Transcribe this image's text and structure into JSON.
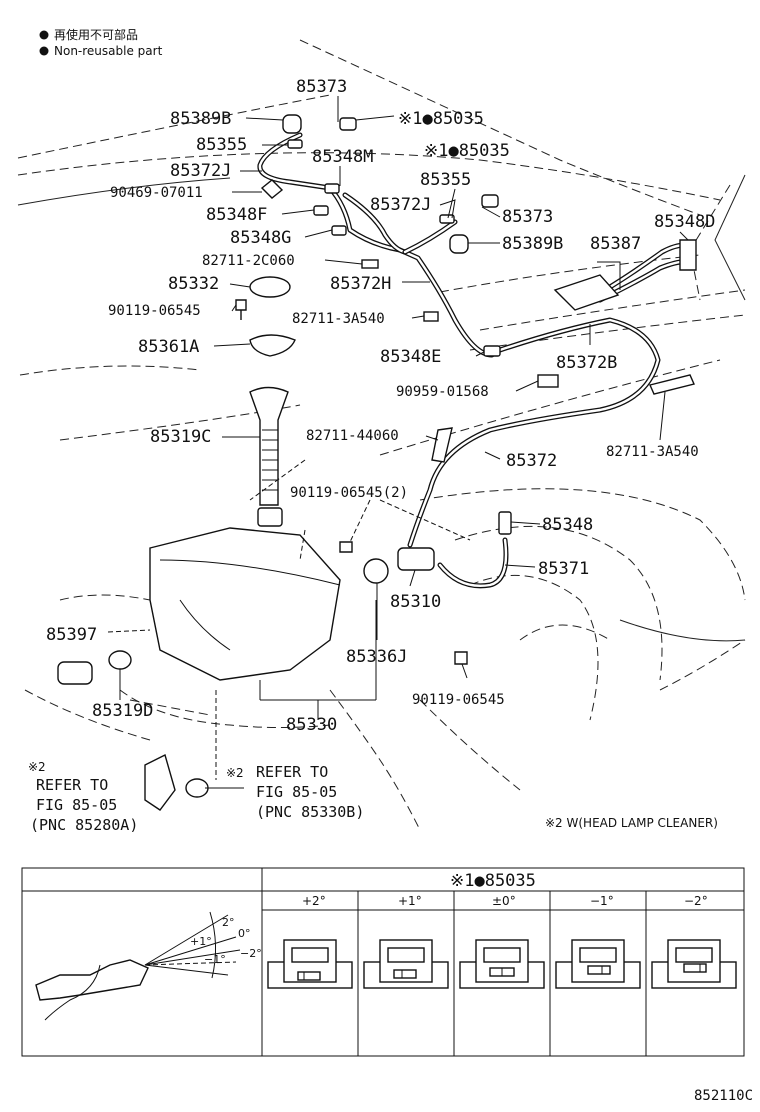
{
  "legend": {
    "jp": "再使用不可部品",
    "en": "Non-reusable part"
  },
  "parts": {
    "p85373_top": "85373",
    "p85389B_top": "85389B",
    "p85035_a": "※1●85035",
    "p85355_top": "85355",
    "p85348M": "85348M",
    "p85035_b": "※1●85035",
    "p85372J_left": "85372J",
    "p90469": "90469-07011",
    "p85355_mid": "85355",
    "p85348F": "85348F",
    "p85372J_mid": "85372J",
    "p85373_mid": "85373",
    "p85348D": "85348D",
    "p85348G": "85348G",
    "p85389B_mid": "85389B",
    "p85387": "85387",
    "p82711_2C060": "82711-2C060",
    "p85332": "85332",
    "p85372H": "85372H",
    "p90119_a": "90119-06545",
    "p82711_3A540_a": "82711-3A540",
    "p85361A": "85361A",
    "p85348E": "85348E",
    "p85372B": "85372B",
    "p90959": "90959-01568",
    "p85319C": "85319C",
    "p82711_44060": "82711-44060",
    "p82711_3A540_b": "82711-3A540",
    "p85372": "85372",
    "p90119_b": "90119-06545(2)",
    "p85348": "85348",
    "p85371": "85371",
    "p85310": "85310",
    "p85397": "85397",
    "p85336J": "85336J",
    "p90119_c": "90119-06545",
    "p85319D": "85319D",
    "p85330": "85330"
  },
  "refs": {
    "left": {
      "mark": "※2",
      "line1": "REFER TO",
      "line2": "FIG 85-05",
      "line3": "(PNC 85280A)"
    },
    "right": {
      "mark": "※2",
      "line1": "REFER TO",
      "line2": "FIG 85-05",
      "line3": "(PNC 85330B)"
    }
  },
  "footnote": "※2 W(HEAD LAMP CLEANER)",
  "table": {
    "header": "※1●85035",
    "columns": [
      "+2°",
      "+1°",
      "±0°",
      "−1°",
      "−2°"
    ],
    "angles": [
      "2°",
      "0°",
      "+1°",
      "−1°",
      "−2°"
    ]
  },
  "figure_id": "852110C"
}
